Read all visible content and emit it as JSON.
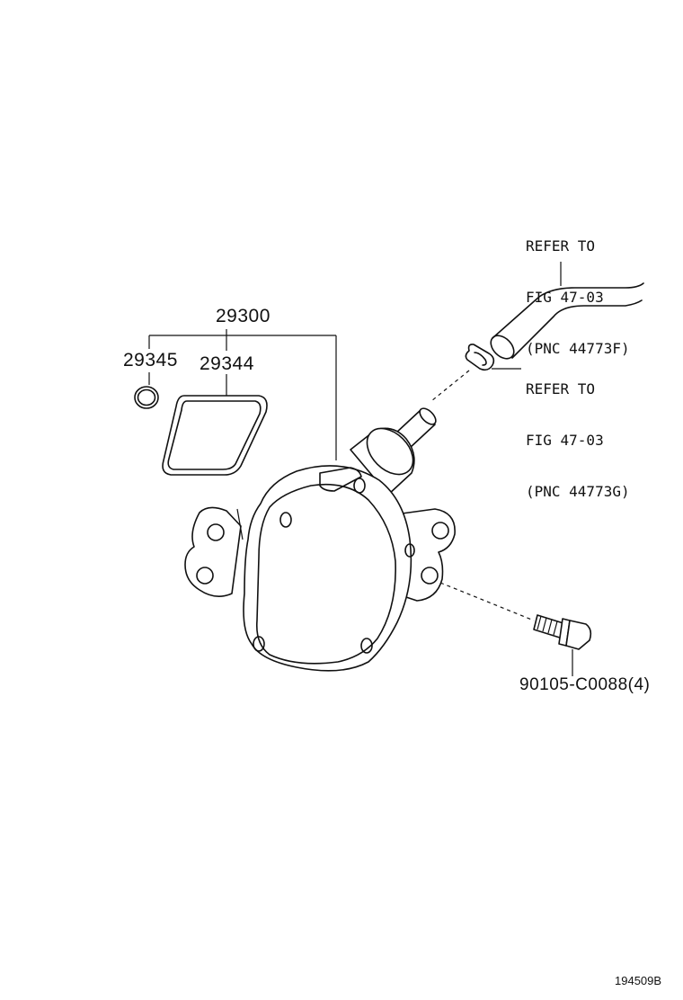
{
  "callouts": {
    "assembly": "29300",
    "o_ring": "29345",
    "gasket": "29344",
    "bolt": "90105-C0088(4)"
  },
  "refs": {
    "hose": [
      "REFER TO",
      "FIG 47-03",
      "(PNC 44773F)"
    ],
    "clamp": [
      "REFER TO",
      "FIG 47-03",
      "(PNC 44773G)"
    ]
  },
  "figure_code": "194509B"
}
